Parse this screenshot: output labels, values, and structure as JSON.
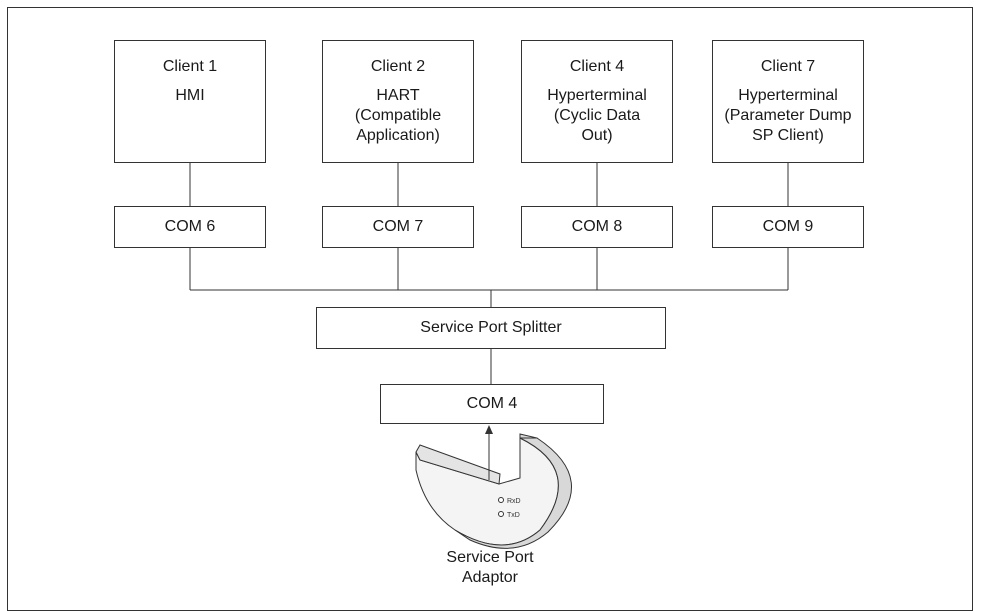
{
  "clients": [
    {
      "title": "Client 1",
      "detail": "HMI"
    },
    {
      "title": "Client 2",
      "detail": "HART\n(Compatible\nApplication)"
    },
    {
      "title": "Client 4",
      "detail": "Hyperterminal\n(Cyclic Data\nOut)"
    },
    {
      "title": "Client 7",
      "detail": "Hyperterminal\n(Parameter Dump\nSP Client)"
    }
  ],
  "com_ports": [
    "COM 6",
    "COM 7",
    "COM 8",
    "COM 9"
  ],
  "splitter": {
    "label": "Service Port Splitter"
  },
  "adaptor_port": {
    "label": "COM 4"
  },
  "adaptor": {
    "label": "Service Port\nAdaptor",
    "leds": [
      "RxD",
      "TxD"
    ]
  },
  "colors": {
    "line": "#333333",
    "adaptor_fill": "#f4f4f4",
    "adaptor_shade": "#d8d8d8"
  }
}
